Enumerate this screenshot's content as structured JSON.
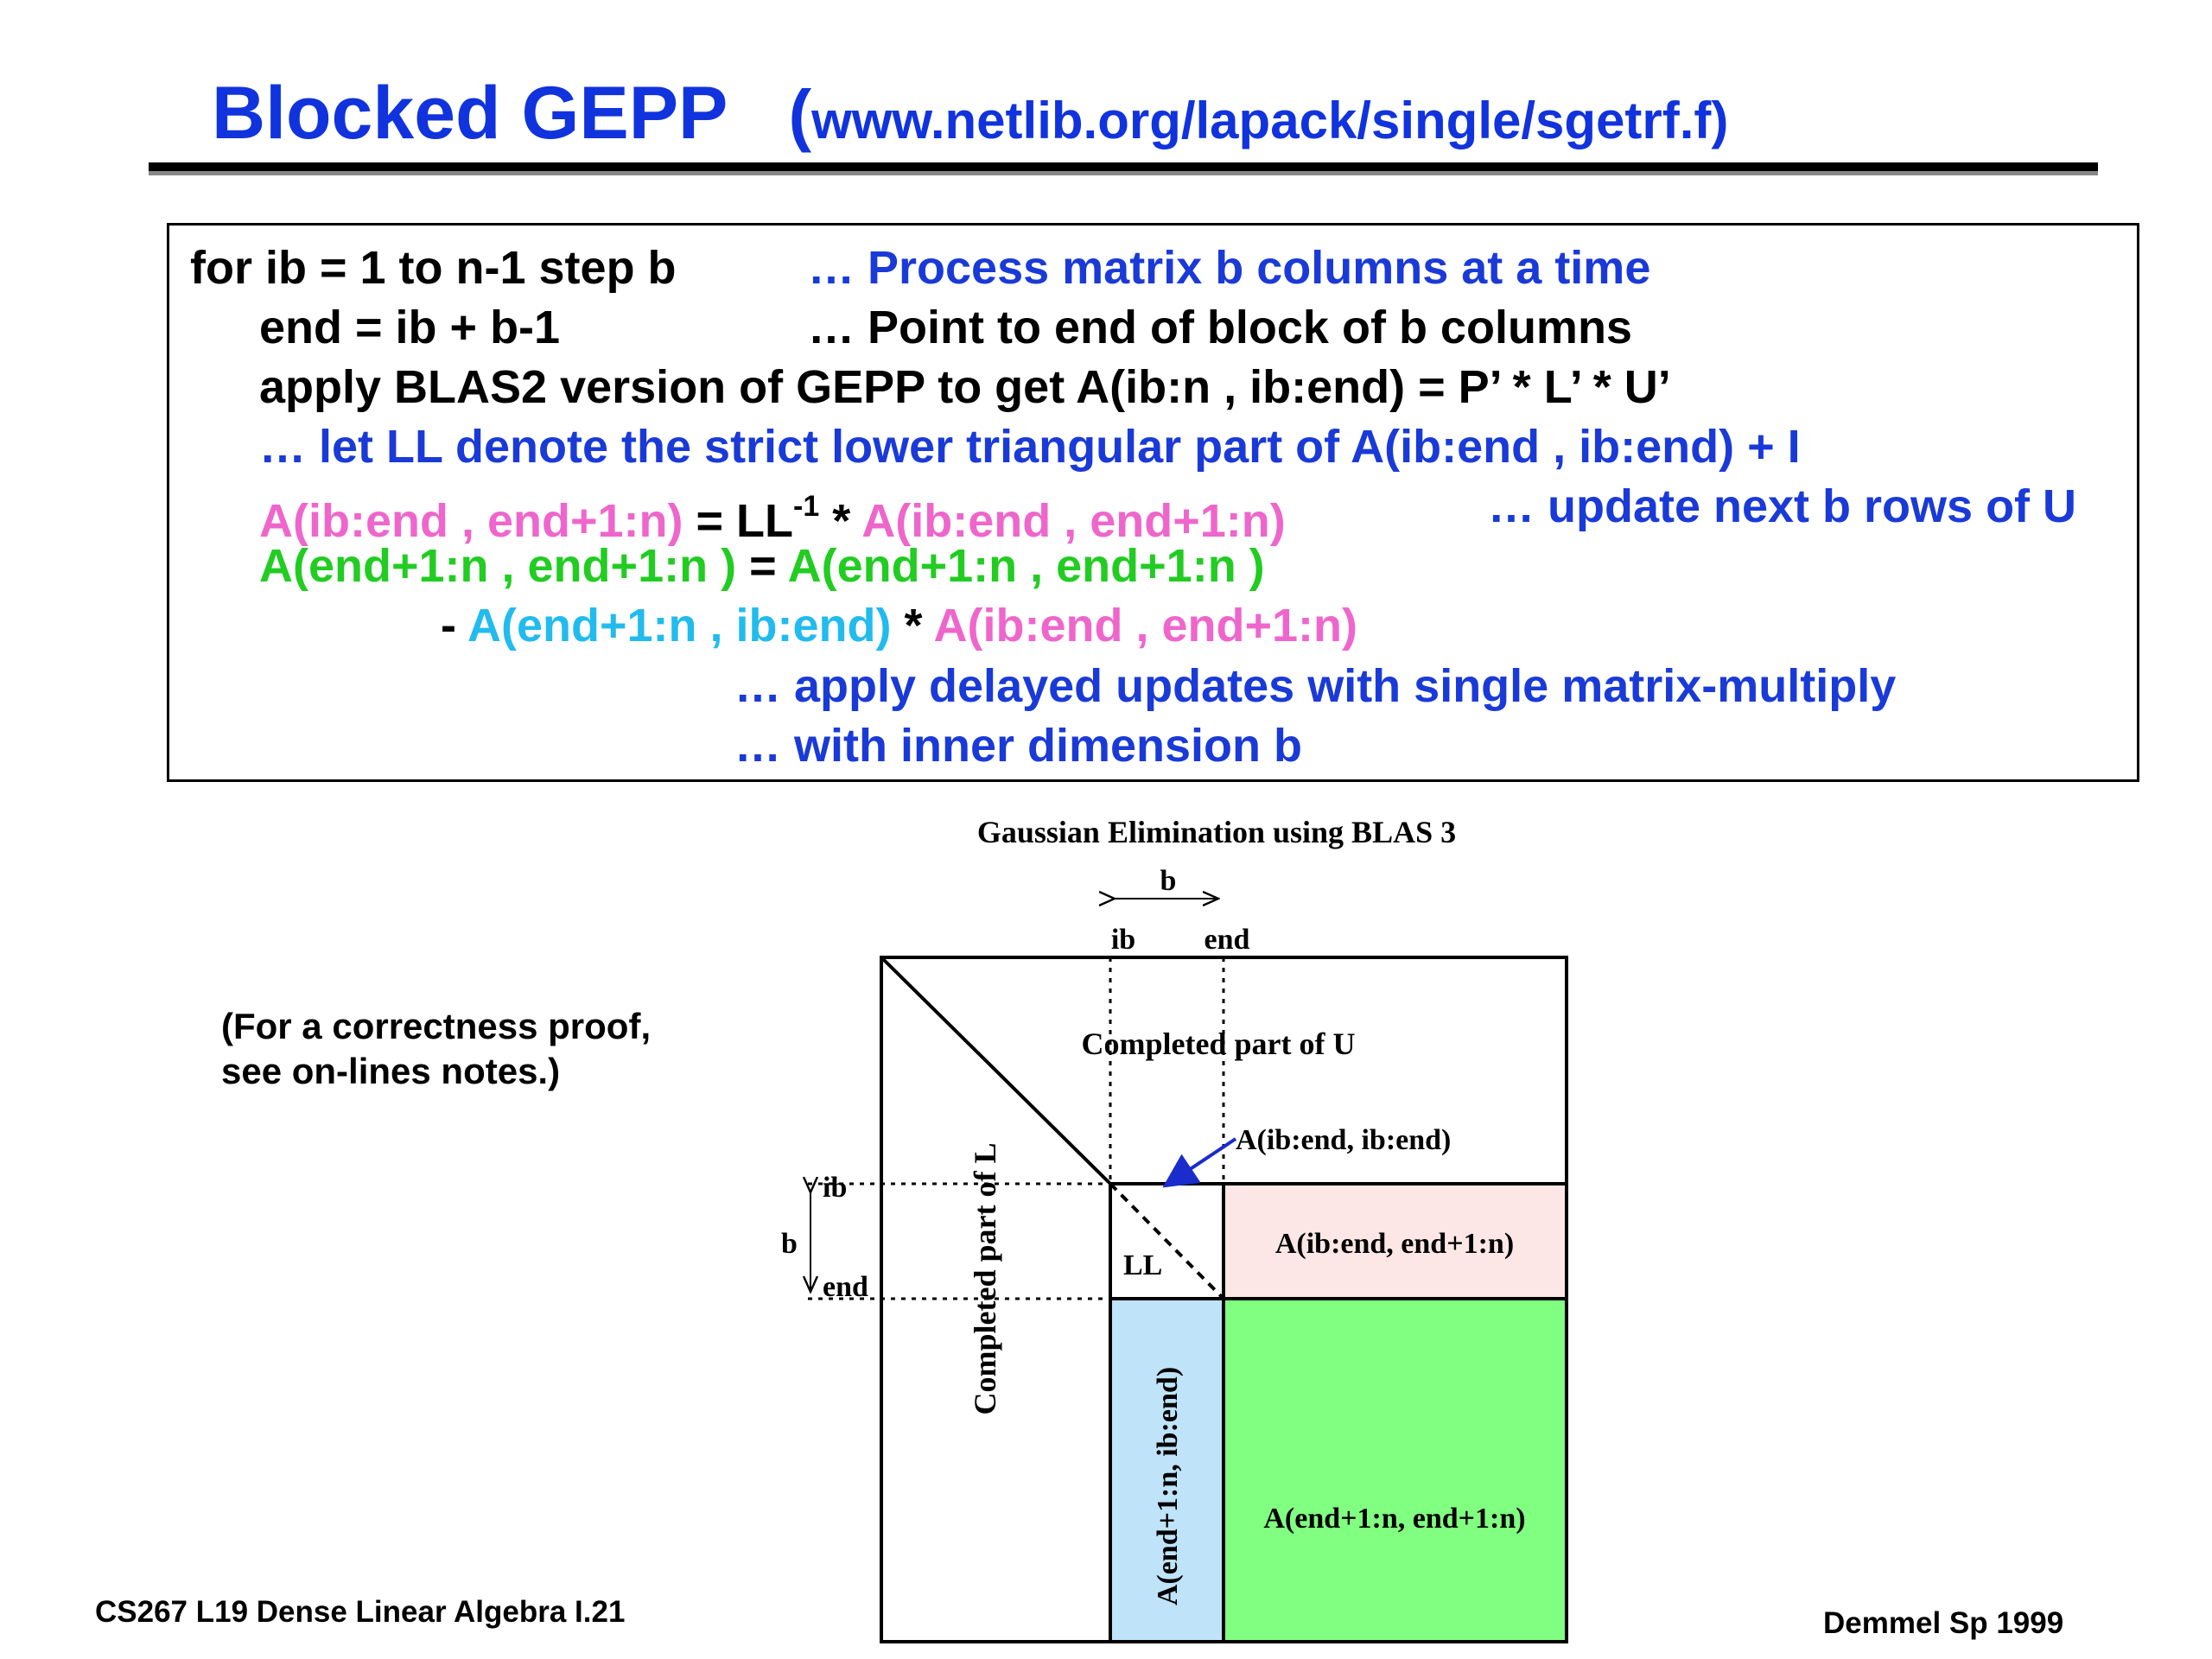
{
  "slide": {
    "title": "Blocked GEPP",
    "paren_open": "(",
    "url": "www.netlib.org/lapack/single/sgetrf.f)"
  },
  "code": {
    "l1_code": "for   ib = 1 to n-1 step b",
    "l1_comment": "… Process matrix b columns at a time",
    "l2_code": "end = ib + b-1",
    "l2_comment": "… Point to end of block of b columns",
    "l3_code": "apply BLAS2 version of GEPP to  get A(ib:n , ib:end) = P’ * L’ * U’",
    "l4_comment": "… let LL denote the strict lower triangular part of A(ib:end , ib:end) + I",
    "l5_lhs": "A(ib:end , end+1:n)",
    "l5_eq": " = LL",
    "l5_exp": "-1",
    "l5_star": " * ",
    "l5_rhs": "A(ib:end , end+1:n)",
    "l5_comment": "… update next b rows of U",
    "l6_lhs": "A(end+1:n , end+1:n )",
    "l6_eq": " = ",
    "l6_rhs": "A(end+1:n , end+1:n )",
    "l7_minus": "- ",
    "l7_a": "A(end+1:n , ib:end)",
    "l7_star": " * ",
    "l7_b": "A(ib:end , end+1:n)",
    "l8_comment": "… apply delayed updates with single matrix-multiply",
    "l9_comment": "… with inner dimension b"
  },
  "diagram": {
    "title": "Gaussian Elimination using BLAS 3",
    "b_top": "b",
    "ib_top": "ib",
    "end_top": "end",
    "completed_u": "Completed part of U",
    "a_diag": "A(ib:end, ib:end)",
    "a_right": "A(ib:end, end+1:n)",
    "ll": "LL",
    "completed_l": "Completed part of L",
    "a_left": "A(end+1:n, ib:end)",
    "a_trailing": "A(end+1:n, end+1:n)",
    "ib_left": "ib",
    "b_left": "b",
    "end_left": "end",
    "colors": {
      "pink_block": "#fde6e6",
      "cyan_block": "#bfe3f8",
      "green_block": "#80ff80",
      "arrow": "#1a2ccc"
    }
  },
  "note": {
    "line1": "(For a correctness proof,",
    "line2": " see on-lines notes.)"
  },
  "footer": {
    "left": "CS267  L19 Dense Linear Algebra I.21",
    "right": "Demmel Sp 1999"
  }
}
